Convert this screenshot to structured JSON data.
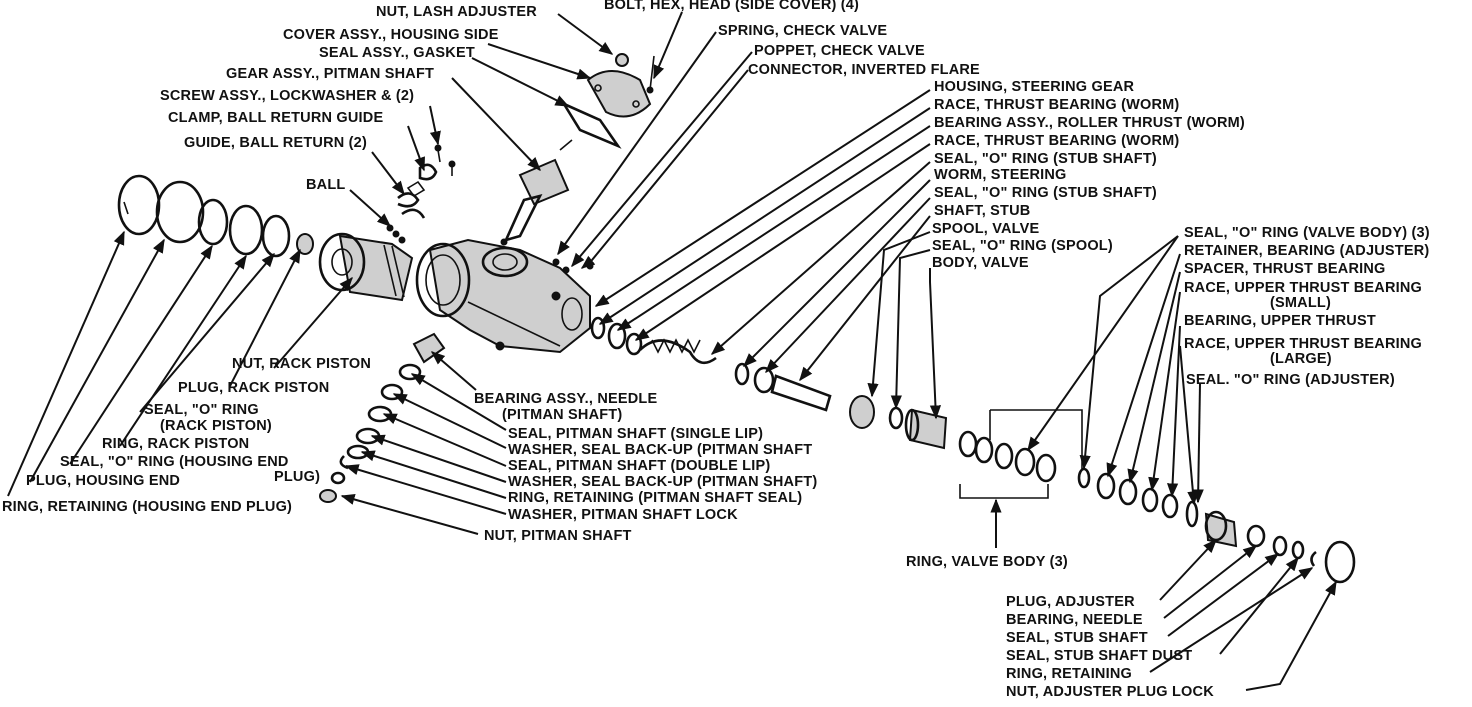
{
  "diagram": {
    "type": "exploded-view",
    "labels": {
      "nut_lash_adjuster": "NUT, LASH ADJUSTER",
      "bolt_hex_head": "BOLT, HEX, HEAD (SIDE COVER) (4)",
      "cover_assy": "COVER ASSY., HOUSING SIDE",
      "seal_assy_gasket": "SEAL ASSY., GASKET",
      "spring_check_valve": "SPRING, CHECK VALVE",
      "poppet_check_valve": "POPPET, CHECK VALVE",
      "connector_flare": "CONNECTOR, INVERTED FLARE",
      "gear_assy_pitman": "GEAR ASSY., PITMAN SHAFT",
      "screw_assy": "SCREW ASSY., LOCKWASHER & (2)",
      "clamp_ball_return": "CLAMP, BALL RETURN GUIDE",
      "guide_ball_return": "GUIDE, BALL RETURN (2)",
      "ball": "BALL",
      "housing_steering_gear": "HOUSING, STEERING GEAR",
      "race_thrust_worm_1": "RACE, THRUST BEARING (WORM)",
      "bearing_roller_thrust": "BEARING ASSY., ROLLER THRUST (WORM)",
      "race_thrust_worm_2": "RACE, THRUST BEARING (WORM)",
      "seal_o_stub_1": "SEAL, \"O\" RING (STUB SHAFT)",
      "worm_steering": "WORM, STEERING",
      "seal_o_stub_2": "SEAL, \"O\" RING (STUB SHAFT)",
      "shaft_stub": "SHAFT, STUB",
      "spool_valve": "SPOOL, VALVE",
      "seal_o_spool": "SEAL, \"O\" RING (SPOOL)",
      "body_valve": "BODY, VALVE",
      "seal_o_valve_body": "SEAL, \"O\" RING (VALVE BODY) (3)",
      "retainer_bearing": "RETAINER, BEARING (ADJUSTER)",
      "spacer_thrust": "SPACER, THRUST BEARING",
      "race_upper_small_1": "RACE, UPPER THRUST BEARING",
      "race_upper_small_2": "(SMALL)",
      "bearing_upper_thrust": "BEARING, UPPER THRUST",
      "race_upper_large_1": "RACE, UPPER THRUST BEARING",
      "race_upper_large_2": "(LARGE)",
      "seal_o_adjuster": "SEAL. \"O\" RING (ADJUSTER)",
      "nut_rack_piston": "NUT, RACK PISTON",
      "plug_rack_piston": "PLUG, RACK PISTON",
      "seal_o_rack_1": "SEAL, \"O\" RING",
      "seal_o_rack_2": "(RACK PISTON)",
      "ring_rack_piston": "RING, RACK PISTON",
      "seal_o_housing_end": "SEAL, \"O\" RING (HOUSING END",
      "plug_paren": "PLUG)",
      "plug_housing_end": "PLUG, HOUSING END",
      "ring_retaining_housing": "RING, RETAINING (HOUSING END PLUG)",
      "bearing_needle_pitman_1": "BEARING ASSY., NEEDLE",
      "bearing_needle_pitman_2": "(PITMAN SHAFT)",
      "seal_pitman_single": "SEAL, PITMAN SHAFT (SINGLE LIP)",
      "washer_backup_1": "WASHER, SEAL BACK-UP (PITMAN SHAFT",
      "seal_pitman_double": "SEAL, PITMAN SHAFT (DOUBLE LIP)",
      "washer_backup_2": "WASHER, SEAL BACK-UP (PITMAN SHAFT)",
      "ring_retaining_pitman": "RING, RETAINING (PITMAN SHAFT SEAL)",
      "washer_pitman_lock": "WASHER, PITMAN SHAFT LOCK",
      "nut_pitman_shaft": "NUT, PITMAN SHAFT",
      "ring_valve_body": "RING, VALVE BODY (3)",
      "plug_adjuster": "PLUG, ADJUSTER",
      "bearing_needle": "BEARING, NEEDLE",
      "seal_stub_shaft": "SEAL, STUB SHAFT",
      "seal_stub_dust": "SEAL, STUB SHAFT DUST",
      "ring_retaining": "RING, RETAINING",
      "nut_adjuster_lock": "NUT, ADJUSTER PLUG LOCK"
    }
  }
}
